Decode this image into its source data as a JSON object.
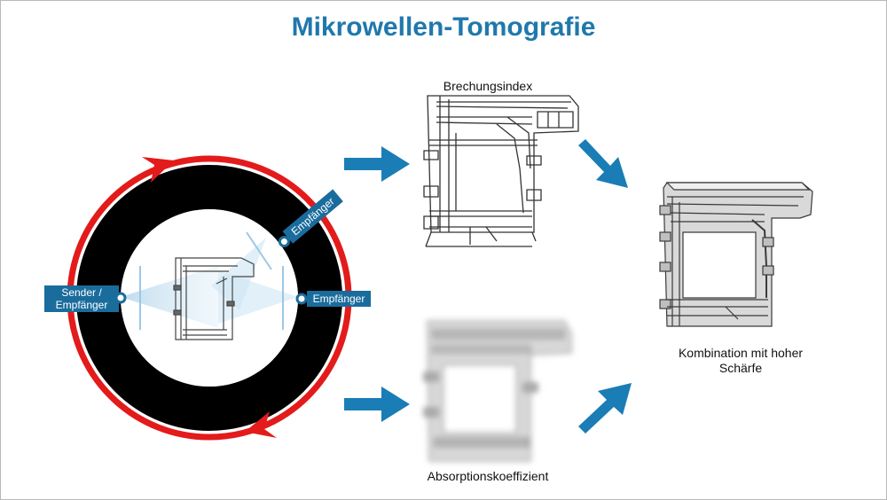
{
  "title": "Mikrowellen-Tomografie",
  "labels": {
    "sender": [
      "Sender /",
      "Empfänger"
    ],
    "receiver_right": "Empfänger",
    "receiver_top": "Empfänger"
  },
  "captions": {
    "refraction": "Brechungsindex",
    "absorption": "Absorptionskoeffizient",
    "combination": [
      "Kombination mit hoher",
      "Schärfe"
    ]
  },
  "colors": {
    "title": "#1f78ac",
    "arrow": "#1a7db5",
    "ring_outer": "#e31b1b",
    "ring_inner": "#000000",
    "label_box": "#1a6c9c"
  },
  "icons": [
    "arrow-right-icon",
    "arrow-diagonal-icon",
    "rotation-arrow-icon"
  ]
}
